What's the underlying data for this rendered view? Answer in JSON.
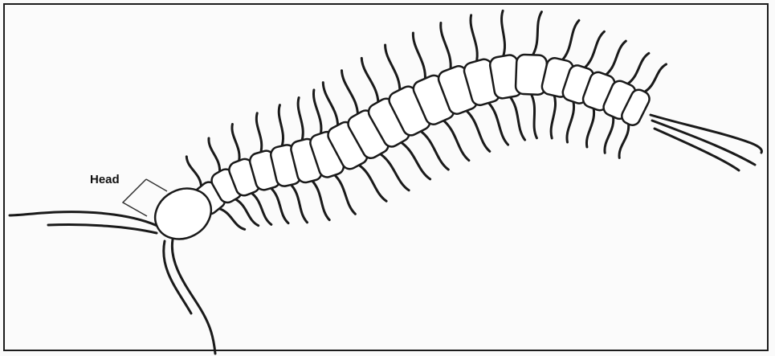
{
  "labels": {
    "head": "Head"
  },
  "colors": {
    "stroke": "#1a1a1a",
    "segment_fill": "#ffffff",
    "background": "#fbfbfb"
  },
  "figure": {
    "subject": "centipede",
    "segment_count": 21
  }
}
